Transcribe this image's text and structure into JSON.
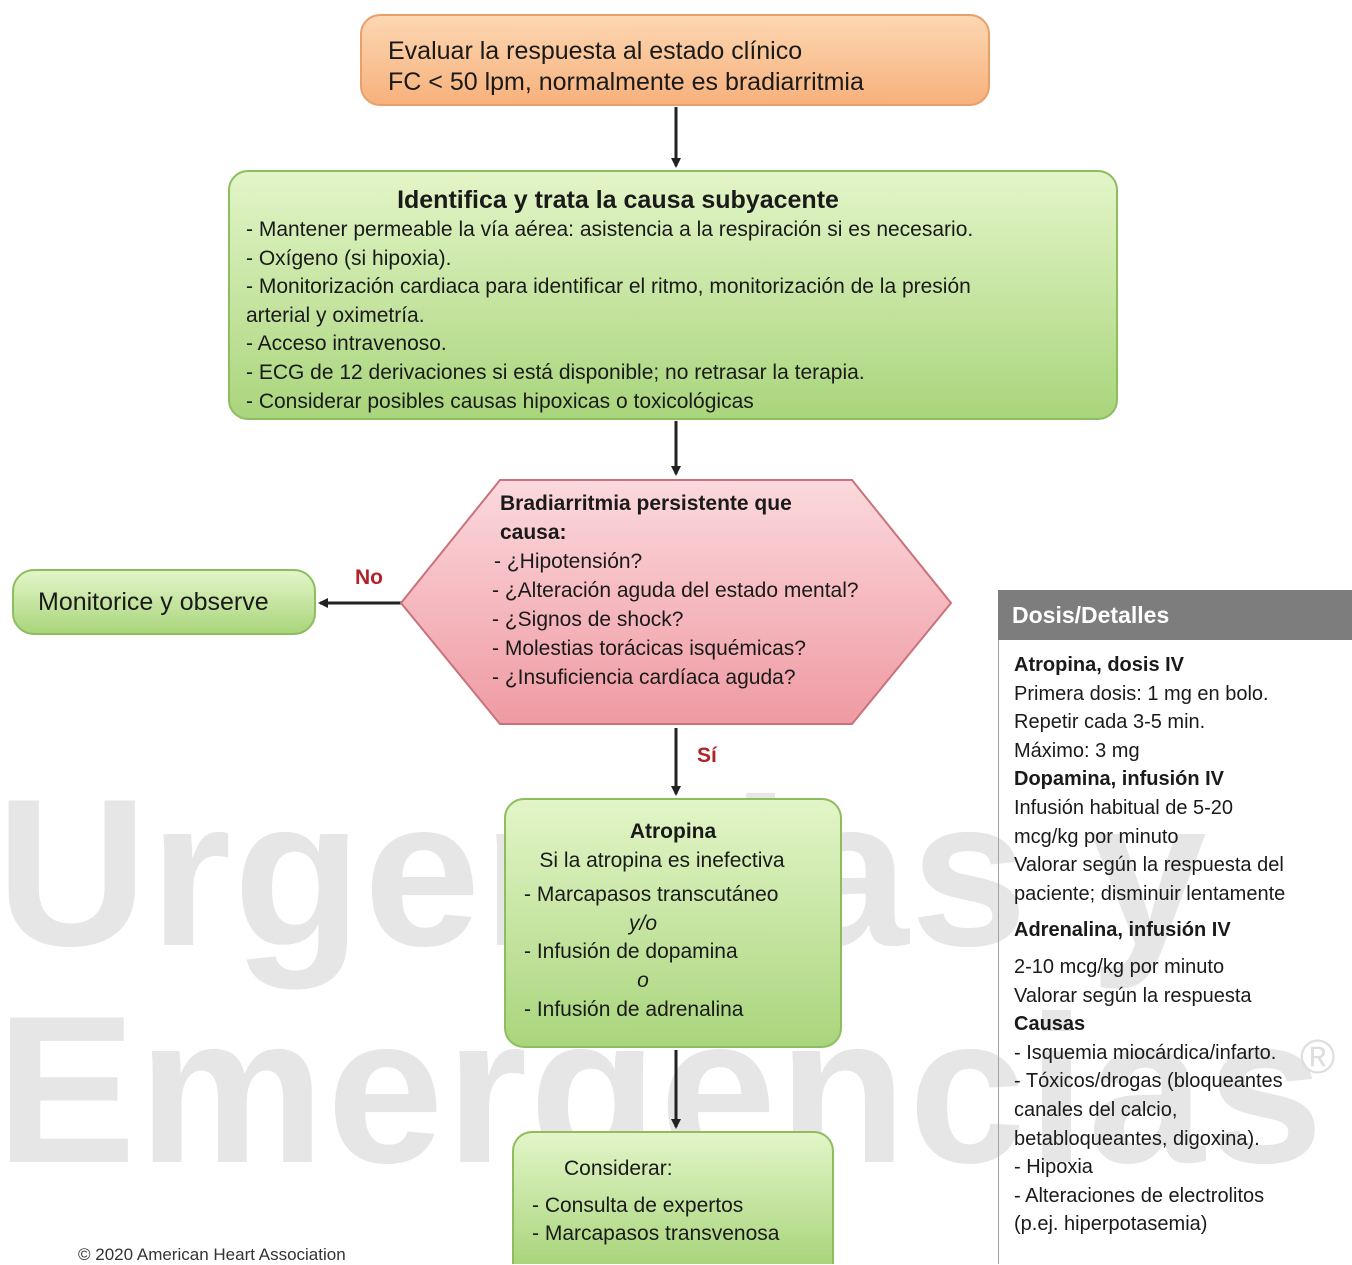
{
  "watermark": {
    "line1": "Urgencias y",
    "line2": "Emergencias",
    "registered": "®"
  },
  "evaluate": {
    "line1": "Evaluar la respuesta al estado clínico",
    "line2": "FC < 50 lpm, normalmente es bradiarritmia"
  },
  "cause": {
    "title": "Identifica y trata la causa subyacente",
    "lines": [
      "- Mantener permeable la vía aérea: asistencia a la respiración si es necesario.",
      "- Oxígeno (si hipoxia).",
      "- Monitorización cardiaca para identificar el ritmo, monitorización de la presión",
      "arterial y oximetría.",
      "- Acceso intravenoso.",
      "- ECG de 12 derivaciones si está disponible; no retrasar la terapia.",
      "- Considerar posibles causas hipoxicas o toxicológicas"
    ]
  },
  "decision": {
    "title_line1": "Bradiarritmia persistente que",
    "title_line2": "causa:",
    "items": [
      " - ¿Hipotensión?",
      "- ¿Alteración aguda del estado mental?",
      "- ¿Signos de shock?",
      "- Molestias torácicas isquémicas?",
      "- ¿Insuficiencia cardíaca aguda?"
    ],
    "no_label": "No",
    "yes_label": "Sí"
  },
  "monitor": {
    "label": "Monitorice y observe"
  },
  "atropina": {
    "title": "Atropina",
    "subtitle": "Si la atropina es inefectiva",
    "item1": "- Marcapasos transcutáneo",
    "conj1": "y/o",
    "item2": "- Infusión de dopamina",
    "conj2": "o",
    "item3": "- Infusión de adrenalina"
  },
  "considerar": {
    "title": "Considerar:",
    "item1": "- Consulta de expertos",
    "item2": "- Marcapasos transvenosa"
  },
  "panel": {
    "title": "Dosis/Detalles",
    "atropina_head": "Atropina, dosis IV",
    "atropina_lines": [
      "Primera dosis: 1 mg en bolo.",
      "Repetir cada 3-5 min.",
      "Máximo: 3 mg"
    ],
    "dopamina_head": "Dopamina, infusión IV",
    "dopamina_lines": [
      "Infusión habitual de 5-20",
      "mcg/kg por minuto",
      "Valorar según la respuesta del",
      "paciente; disminuir lentamente"
    ],
    "adrenalina_head": "Adrenalina, infusión IV",
    "adrenalina_lines": [
      "2-10 mcg/kg por minuto",
      "Valorar según la respuesta"
    ],
    "causas_head": "Causas",
    "causas_lines": [
      "- Isquemia miocárdica/infarto.",
      "- Tóxicos/drogas (bloqueantes",
      "canales del  calcio,",
      "betabloqueantes, digoxina).",
      "- Hipoxia",
      "- Alteraciones de electrolitos",
      "(p.ej. hiperpotasemia)"
    ]
  },
  "copyright": "© 2020 American Heart Association"
}
